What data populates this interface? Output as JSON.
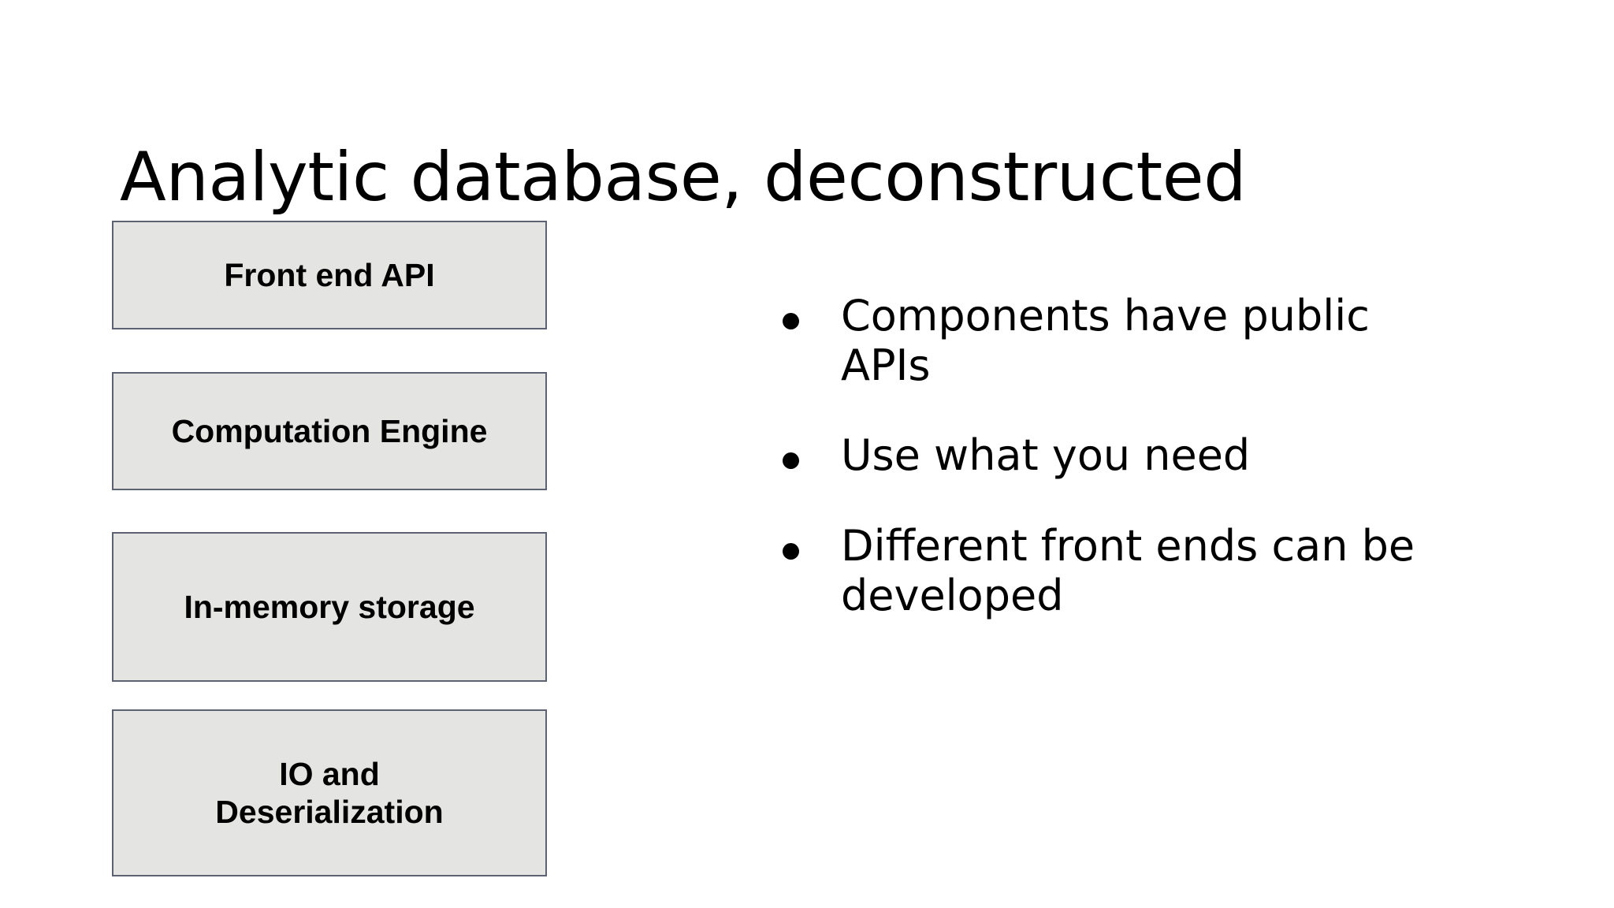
{
  "slide": {
    "title": "Analytic database, deconstructed",
    "background_color": "#ffffff"
  },
  "components": {
    "box_fill_color": "#e4e4e2",
    "box_border_color": "#5d6273",
    "boxes": [
      {
        "id": "front-end-api",
        "label": "Front end API"
      },
      {
        "id": "computation-engine",
        "label": "Computation Engine"
      },
      {
        "id": "in-memory-storage",
        "label": "In-memory storage"
      },
      {
        "id": "io-deserialization",
        "label": "IO and\nDeserialization",
        "line1": "IO and",
        "line2": "Deserialization"
      }
    ]
  },
  "bullets": {
    "marker_icon": "bullet-dot-icon",
    "marker_color": "#000000",
    "items": [
      {
        "text": "Components have public APIs"
      },
      {
        "text": "Use what you need"
      },
      {
        "text": "Different front ends can be developed"
      }
    ]
  }
}
